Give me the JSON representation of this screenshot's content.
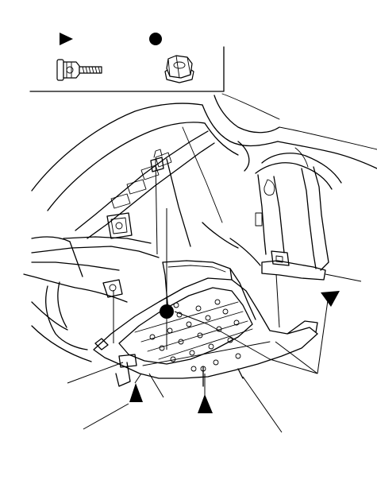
{
  "legend": {
    "items": [
      {
        "symbol": "triangle-marker",
        "part": "flange-bolt"
      },
      {
        "symbol": "circle-marker",
        "part": "flange-nut"
      }
    ]
  },
  "callouts": [
    {
      "id": "callout-right-bracket",
      "part": "bracket"
    },
    {
      "id": "callout-right-triangle",
      "symbol": "triangle-marker"
    },
    {
      "id": "callout-left-bolt",
      "part": "mounting-bolt"
    },
    {
      "id": "callout-left-triangle",
      "symbol": "triangle-marker"
    },
    {
      "id": "callout-center-triangle",
      "symbol": "triangle-marker"
    },
    {
      "id": "callout-bottom-shield",
      "part": "under-cover"
    },
    {
      "id": "callout-center-nut",
      "symbol": "circle-marker"
    }
  ],
  "colors": {
    "line": "#000000",
    "background": "#ffffff"
  }
}
